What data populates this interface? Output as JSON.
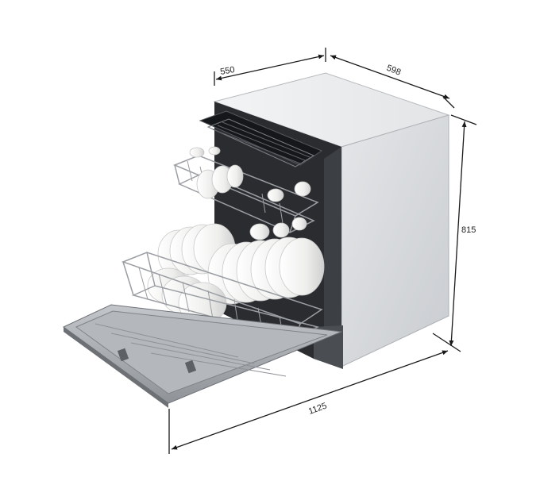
{
  "dimensions": {
    "depth": "550",
    "width": "598",
    "height": "815",
    "depth_door_open": "1125"
  },
  "colors": {
    "cabinet_side": "#d9dcdf",
    "cabinet_top": "#eef0f2",
    "interior": "#2a2c30",
    "rack_wire": "#9a9ea3",
    "plates": "#f4f4f2",
    "dimension_lines": "#1a1a1a"
  }
}
